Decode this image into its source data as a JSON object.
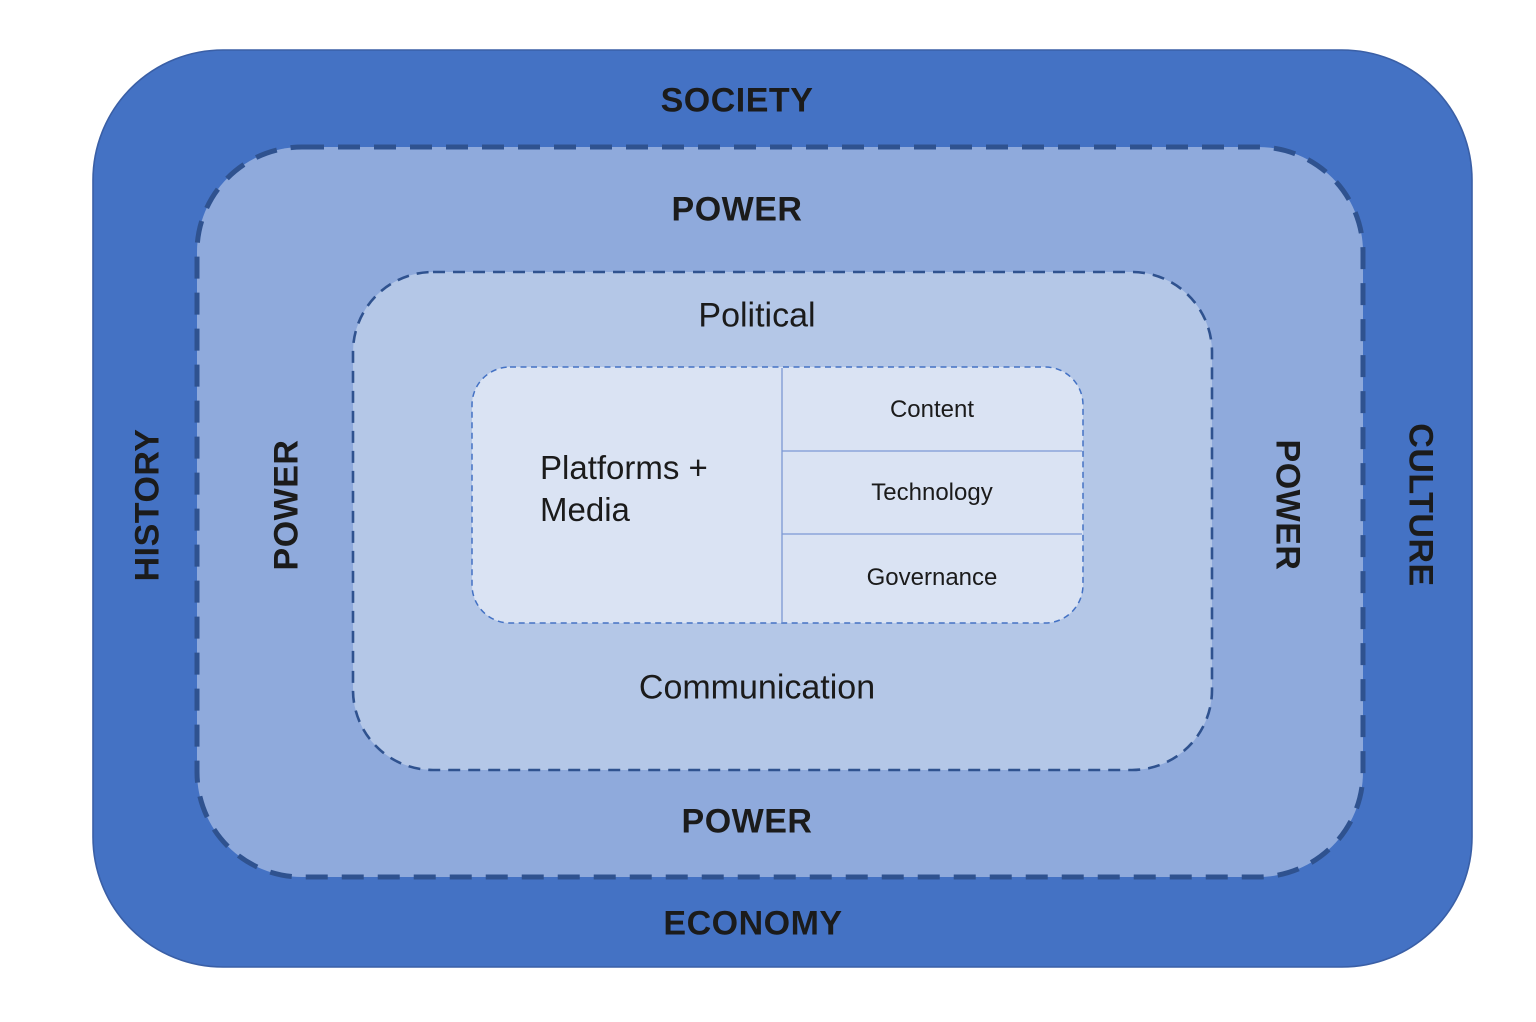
{
  "diagram": {
    "title_semantic": "Nested model of society, power, communication and platforms",
    "outer_ring": {
      "top_label": "SOCIETY",
      "left_label": "HISTORY",
      "right_label": "CULTURE",
      "bottom_label": "ECONOMY",
      "fill": "#4472C4",
      "stroke": "#3A5FA6"
    },
    "power_ring": {
      "top_label": "POWER",
      "left_label": "POWER",
      "right_label": "POWER",
      "bottom_label": "POWER",
      "fill": "#8FAADC",
      "stroke": "#2F528F"
    },
    "communication_ring": {
      "top_label": "Political",
      "bottom_label": "Communication",
      "fill": "#B4C7E7",
      "stroke": "#2F528F"
    },
    "core_box": {
      "left_cell_line1": "Platforms +",
      "left_cell_line2": "Media",
      "right_cells": [
        "Content",
        "Technology",
        "Governance"
      ],
      "fill": "#DAE3F3",
      "stroke": "#4472C4",
      "divider_color": "#7C98D4"
    },
    "text_color": "#1b1b1b",
    "background": "#FFFFFF"
  }
}
